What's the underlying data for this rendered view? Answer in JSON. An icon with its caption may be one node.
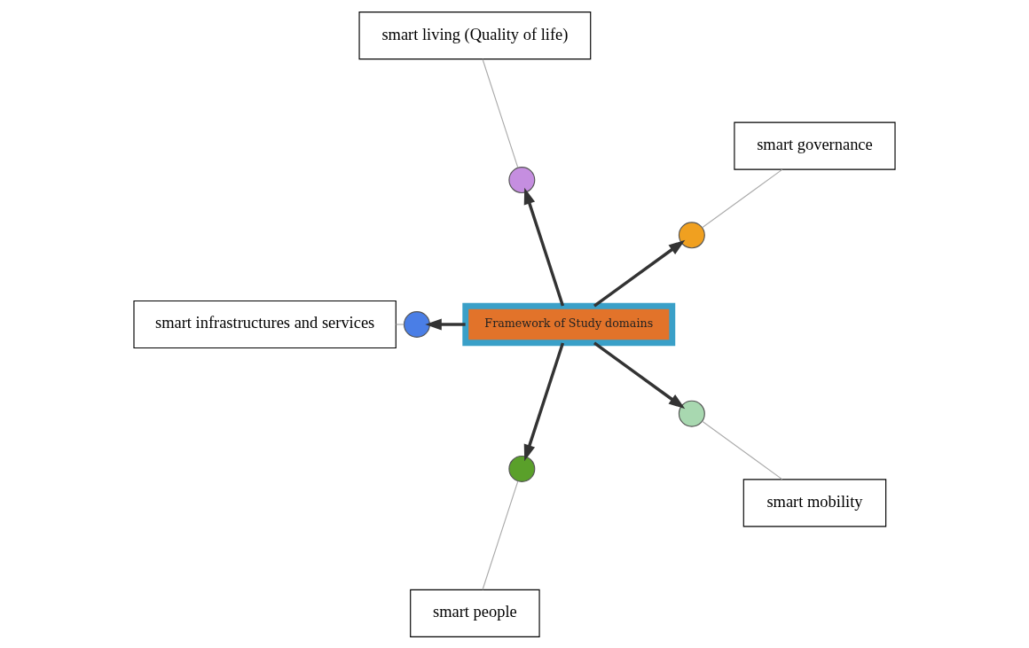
{
  "diagram": {
    "nodes": [
      {
        "text": [
          "Framework of Study domains"
        ]
      },
      {
        "text": [],
        "shape": "circle"
      },
      {
        "text": [],
        "shape": "circle"
      },
      {
        "text": [],
        "shape": "circle"
      },
      {
        "text": [],
        "shape": "circle"
      },
      {
        "text": [],
        "shape": "circle"
      },
      {
        "text": [
          "smart governance"
        ]
      },
      {
        "text": [
          "smart living (Quality of life)"
        ]
      },
      {
        "text": [
          "smart infrastructures and services"
        ]
      },
      {
        "text": [
          "smart mobility"
        ]
      },
      {
        "text": [
          "smart people"
        ]
      }
    ],
    "edges": [
      {
        "from": 0,
        "to": 1,
        "arrow": "to",
        "style": "thick"
      },
      {
        "from": 0,
        "to": 2,
        "arrow": "to",
        "style": "thick"
      },
      {
        "from": 0,
        "to": 3,
        "arrow": "to",
        "style": "thick"
      },
      {
        "from": 0,
        "to": 4,
        "arrow": "to",
        "style": "thick"
      },
      {
        "from": 0,
        "to": 5,
        "arrow": "to",
        "style": "thick"
      },
      {
        "from": 1,
        "to": 6,
        "arrow": "none",
        "color": "#aaaaaa"
      },
      {
        "from": 2,
        "to": 7,
        "arrow": "none",
        "color": "#aaaaaa"
      },
      {
        "from": 3,
        "to": 8,
        "arrow": "none",
        "color": "#aaaaaa"
      },
      {
        "from": 5,
        "to": 9,
        "arrow": "none",
        "color": "#aaaaaa"
      },
      {
        "from": 4,
        "to": 10,
        "arrow": "none",
        "color": "#aaaaaa"
      }
    ]
  }
}
